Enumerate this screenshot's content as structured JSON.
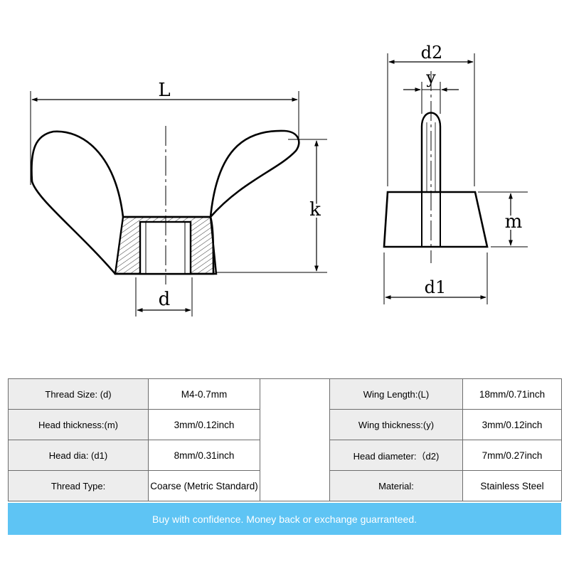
{
  "drawing": {
    "front_view": {
      "length_label": "L",
      "height_label": "k",
      "thread_label": "d"
    },
    "side_view": {
      "top_width_label": "d2",
      "wing_thickness_label": "y",
      "base_height_label": "m",
      "base_width_label": "d1"
    }
  },
  "specs": {
    "rows": [
      {
        "left_label": "Thread Size: (d)",
        "left_value": "M4-0.7mm",
        "right_label": "Wing Length:(L)",
        "right_value": "18mm/0.71inch"
      },
      {
        "left_label": "Head thickness:(m)",
        "left_value": "3mm/0.12inch",
        "right_label": "Wing thickness:(y)",
        "right_value": "3mm/0.12inch"
      },
      {
        "left_label": "Head dia: (d1)",
        "left_value": "8mm/0.31inch",
        "right_label": "Head diameter:（d2)",
        "right_value": "7mm/0.27inch"
      },
      {
        "left_label": "Thread Type:",
        "left_value": "Coarse (Metric Standard)",
        "right_label": "Material:",
        "right_value": "Stainless Steel"
      }
    ]
  },
  "banner": {
    "text": "Buy with confidence. Money back or exchange guarranteed."
  },
  "colors": {
    "banner_bg": "#5ec4f4",
    "label_bg": "#ededed",
    "border": "#6d6d6d"
  }
}
